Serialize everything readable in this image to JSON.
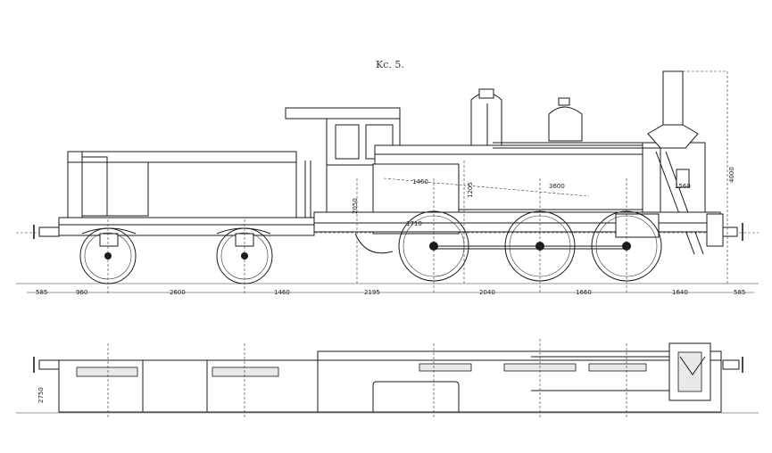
{
  "figure": {
    "title": "Kc. 5."
  },
  "dimensions": {
    "bottom": [
      "585",
      "960",
      "2600",
      "1460",
      "2195",
      "2040",
      "1660",
      "1640",
      "585"
    ],
    "height_4000": "4000",
    "height_2050": "2050",
    "height_1205": "1205",
    "len_1460": "1460",
    "len_1710": "1710",
    "len_3600": "3600",
    "len_1560": "1560",
    "plan_2750": "2750"
  },
  "colors": {
    "ink": "#1a1a1a",
    "paper": "#ffffff"
  }
}
